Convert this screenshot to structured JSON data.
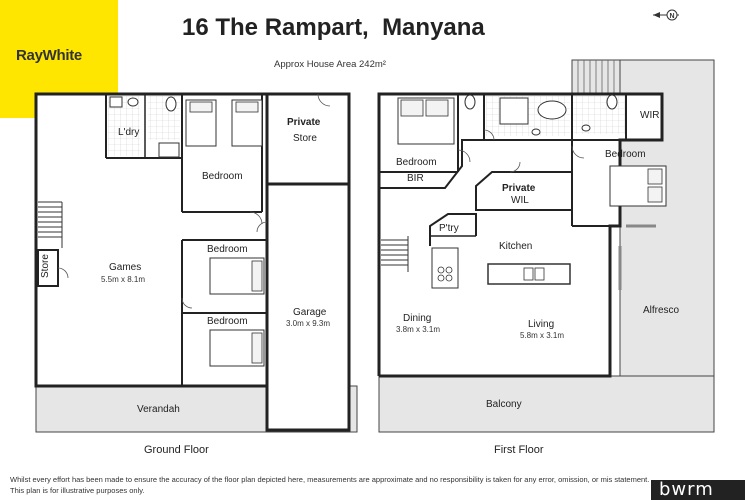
{
  "header": {
    "brand_logo": "RayWhite",
    "title": "16 The Rampart,  Manyana",
    "house_area": "Approx House Area 242m²"
  },
  "ground_floor": {
    "name": "Ground Floor",
    "rooms": {
      "laundry": "L'dry",
      "bedroom_top": "Bedroom",
      "private_store_line1": "Private",
      "private_store_line2": "Store",
      "store": "Store",
      "games": "Games",
      "games_size": "5.5m x 8.1m",
      "bedroom_mid": "Bedroom",
      "bedroom_low": "Bedroom",
      "garage": "Garage",
      "garage_size": "3.0m x 9.3m",
      "verandah": "Verandah"
    }
  },
  "first_floor": {
    "name": "First Floor",
    "rooms": {
      "bedroom_left": "Bedroom",
      "bir": "BIR",
      "wir": "WIR",
      "bedroom_right": "Bedroom",
      "private_wil_line1": "Private",
      "private_wil_line2": "WIL",
      "pantry": "P'try",
      "kitchen": "Kitchen",
      "dining": "Dining",
      "dining_size": "3.8m x 3.1m",
      "living": "Living",
      "living_size": "5.8m x 3.1m",
      "alfresco": "Alfresco",
      "balcony": "Balcony"
    }
  },
  "footer": {
    "disclaimer_line1": "Whilst every effort has been made to ensure the accuracy of the floor plan depicted here, measurements are approximate and no responsibility is taken for any error, omission, or mis statement.",
    "disclaimer_line2": "This plan is for illustrative purposes only.",
    "studio_logo": "bwrm"
  },
  "colors": {
    "brand_yellow": "#ffe600",
    "outdoor_grey": "#e6e6e6",
    "wall": "#222222",
    "tile": "#cfcfcf"
  },
  "icons": [
    "north-arrow-icon",
    "bed-icon",
    "toilet-icon",
    "bath-icon",
    "shower-icon",
    "sink-icon",
    "stove-icon",
    "washer-icon",
    "stairs-icon"
  ]
}
